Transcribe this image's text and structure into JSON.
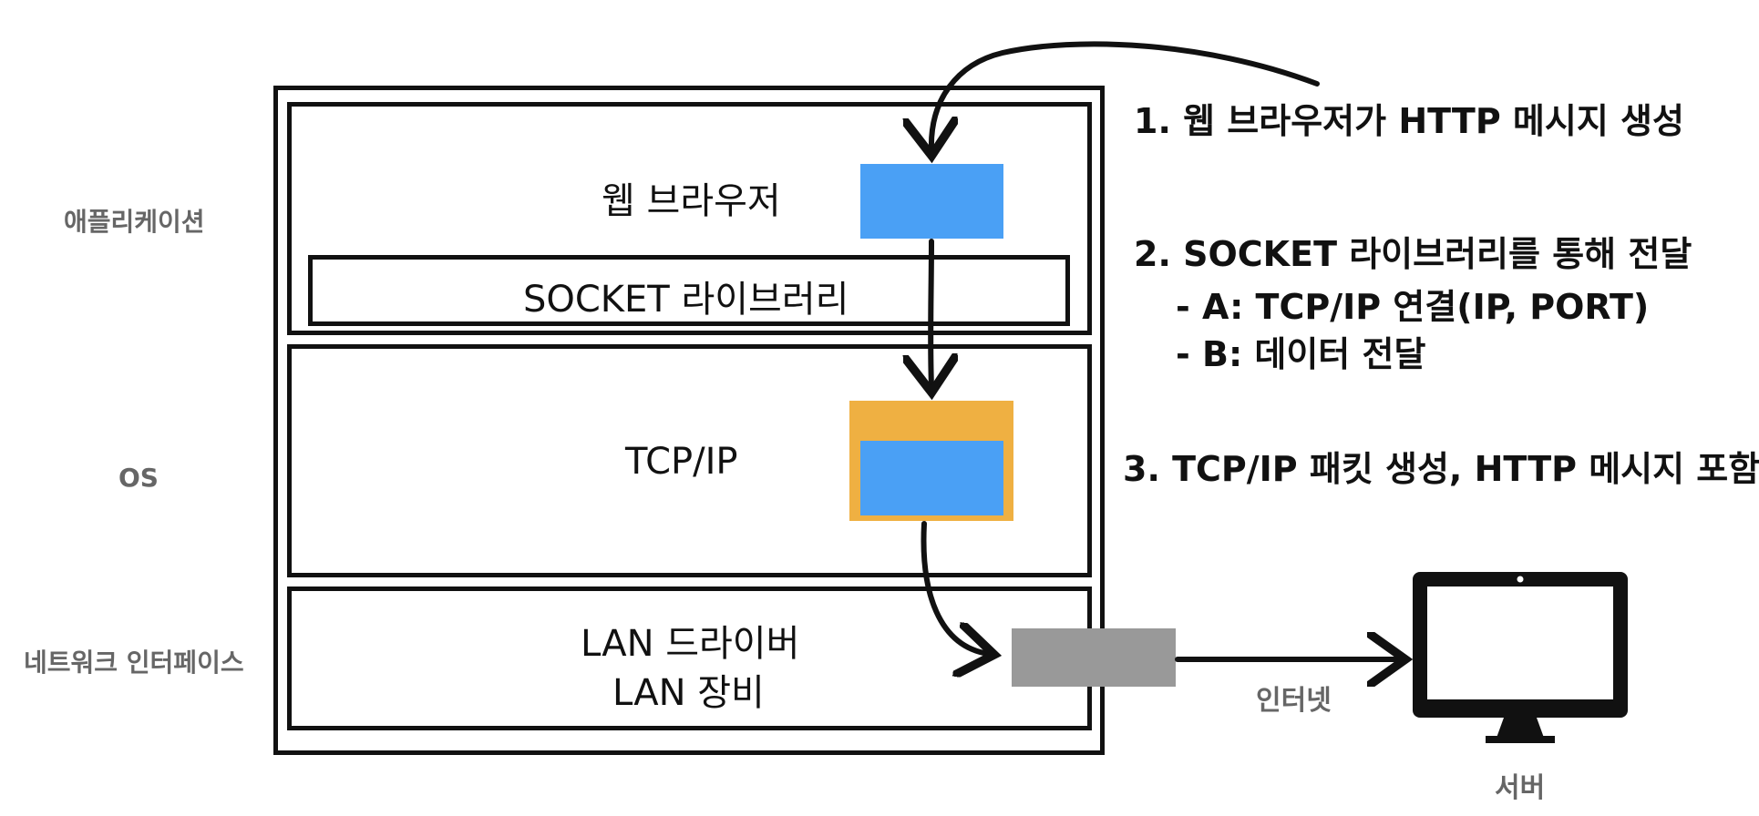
{
  "side_labels": {
    "application": "애플리케이션",
    "os": "OS",
    "network_interface": "네트워크 인터페이스"
  },
  "layers": {
    "web_browser": "웹 브라우저",
    "socket_library": "SOCKET 라이브러리",
    "tcp_ip": "TCP/IP",
    "lan_driver": "LAN 드라이버",
    "lan_device": "LAN 장비"
  },
  "steps": {
    "step1": "1. 웹 브라우저가 HTTP 메시지 생성",
    "step2": "2. SOCKET 라이브러리를 통해 전달",
    "step2a": "- A: TCP/IP 연결(IP, PORT)",
    "step2b": "- B: 데이터 전달",
    "step3": "3. TCP/IP 패킷 생성, HTTP 메시지 포함"
  },
  "network": {
    "internet_label": "인터넷",
    "server_label": "서버"
  },
  "colors": {
    "message_blue": "#4aa0f5",
    "packet_orange": "#efb042",
    "device_gray": "#999999",
    "label_gray": "#666666"
  }
}
